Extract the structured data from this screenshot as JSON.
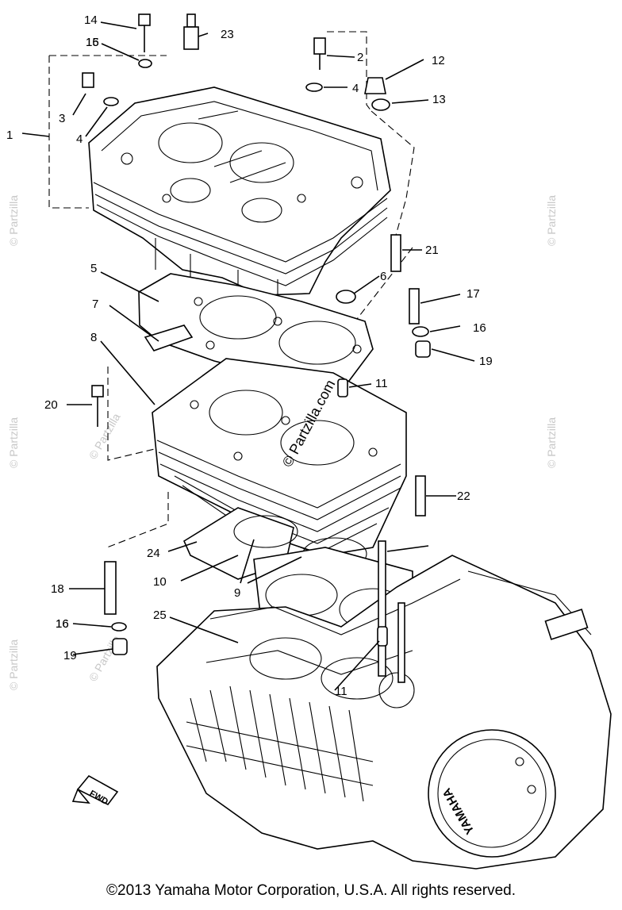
{
  "callouts": [
    "1",
    "2",
    "3",
    "4",
    "4",
    "5",
    "6",
    "7",
    "8",
    "9",
    "10",
    "11",
    "11",
    "12",
    "13",
    "14",
    "15",
    "16",
    "16",
    "16",
    "16",
    "17",
    "18",
    "19",
    "19",
    "20",
    "21",
    "22",
    "23",
    "24",
    "25"
  ],
  "watermark": {
    "tile_text": "© Partzilla",
    "center_text": "© Partzilla.com"
  },
  "labels": {
    "fwd": "FWD",
    "brand": "YAMAHA"
  },
  "copyright": "©2013 Yamaha Motor Corporation, U.S.A. All rights reserved."
}
